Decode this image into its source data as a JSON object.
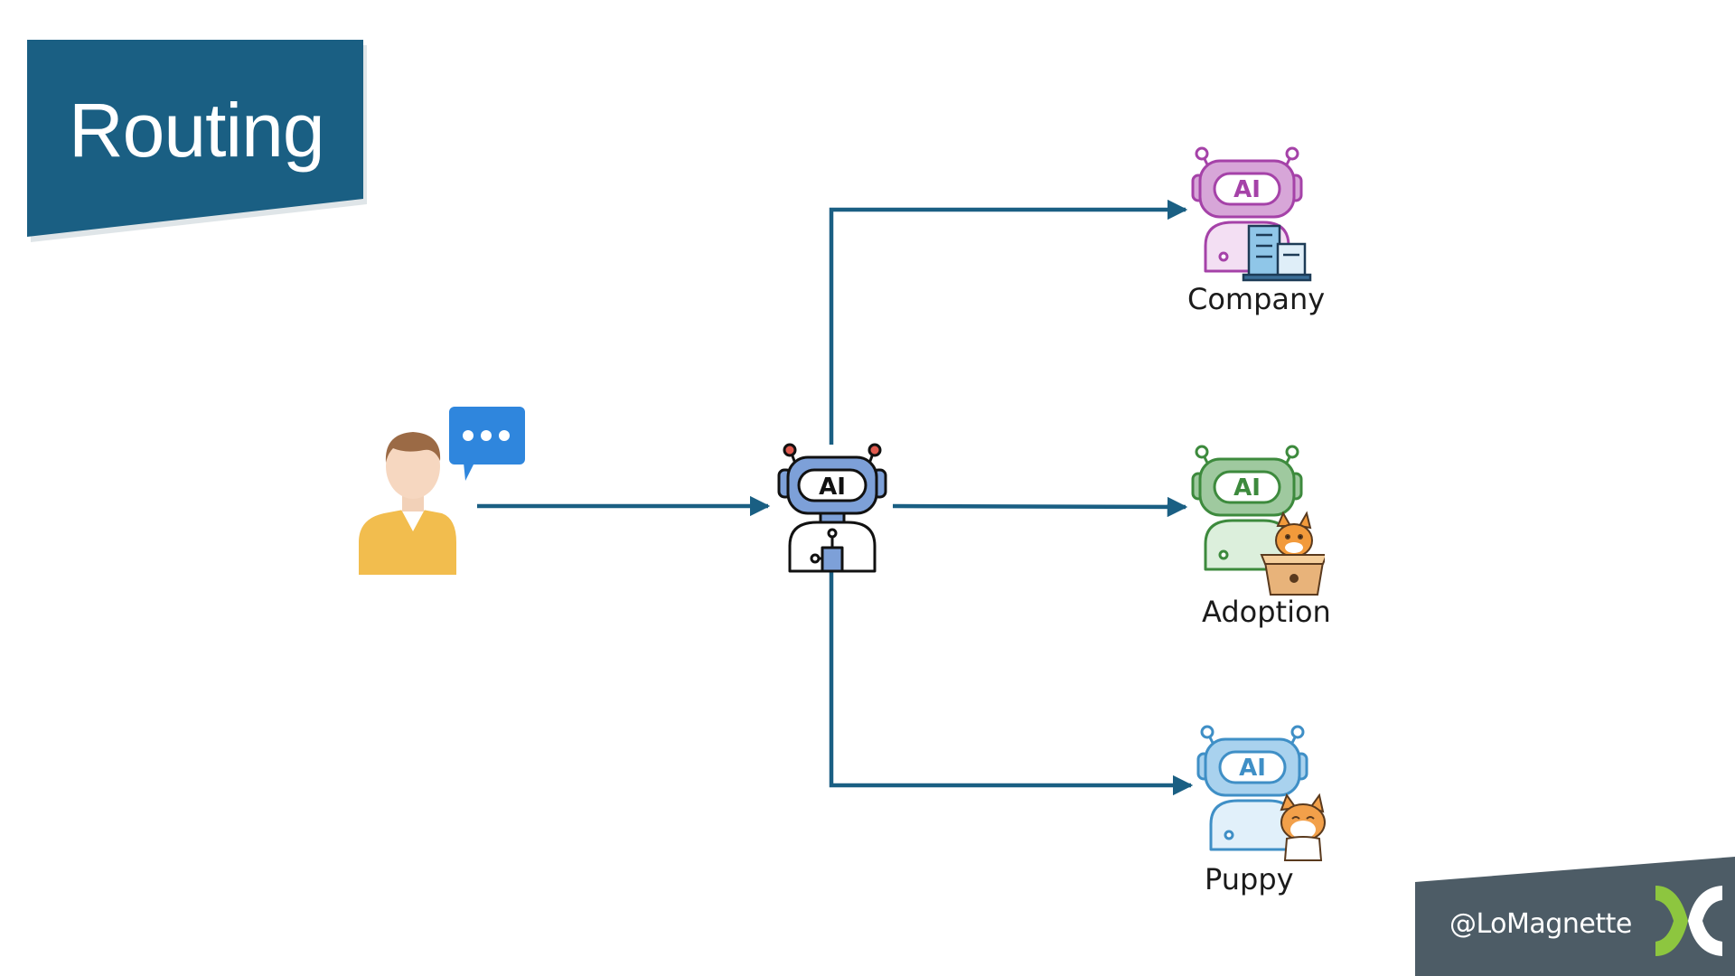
{
  "slide": {
    "title": "Routing"
  },
  "diagram": {
    "user": {
      "icon": "user-with-speech-bubble-icon"
    },
    "router": {
      "icon": "ai-robot-router-icon",
      "badge": "AI"
    },
    "destinations": [
      {
        "label": "Company",
        "icon": "ai-robot-company-icon",
        "badge": "AI",
        "color": "#a542a8"
      },
      {
        "label": "Adoption",
        "icon": "ai-robot-adoption-icon",
        "badge": "AI",
        "color": "#3d8a3d"
      },
      {
        "label": "Puppy",
        "icon": "ai-robot-puppy-icon",
        "badge": "AI",
        "color": "#3f8fc6"
      }
    ]
  },
  "footer": {
    "handle": "@LoMagnette",
    "logo": "lomagnette-logo-icon"
  },
  "colors": {
    "banner": "#1a5f83",
    "arrows": "#1a5f83",
    "footer": "#4d5c66",
    "logo_green": "#8dc63f"
  }
}
